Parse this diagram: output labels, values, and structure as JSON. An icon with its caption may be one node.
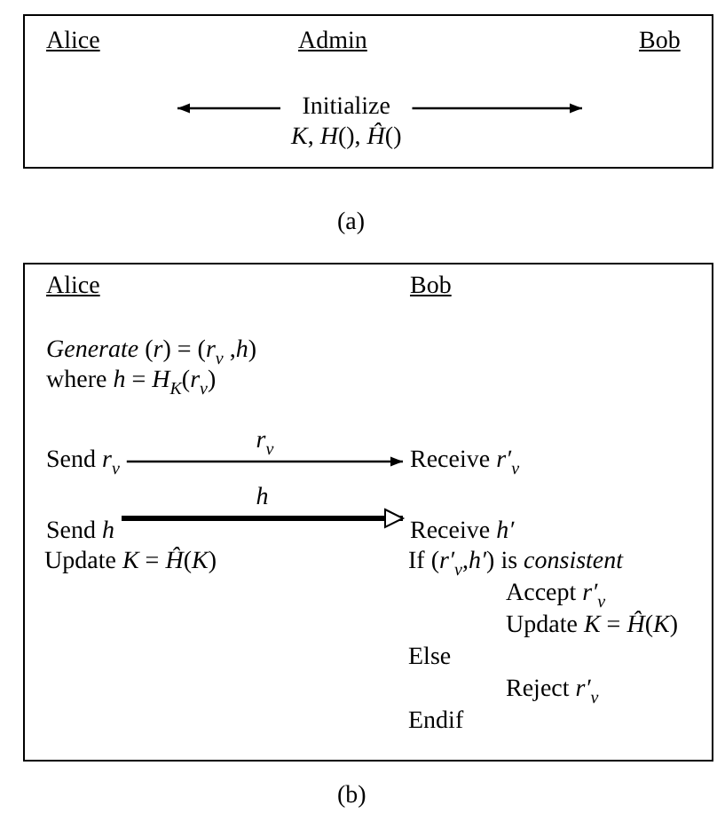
{
  "diagram": {
    "nodes": [
      {
        "text": [],
        "shape": "box"
      },
      {
        "text": [
          "Alice"
        ],
        "in": 0
      },
      {
        "text": [
          "Admin"
        ],
        "in": 0
      },
      {
        "text": [
          "Bob"
        ],
        "in": 0
      },
      {
        "text": [
          "Initialize",
          "*K*, *H*(), *Ĥ*()"
        ],
        "in": 0
      },
      {
        "text": [],
        "shape": "box"
      },
      {
        "text": [
          "Alice"
        ],
        "in": 5
      },
      {
        "text": [
          "Bob"
        ],
        "in": 5
      },
      {
        "text": [
          "*Generate* (*r*) = (*r*$_{v}$ ,*h*) where *h* = *H*$_{K}$(*r*$_{v}$)"
        ],
        "in": 5
      },
      {
        "text": [
          "Send *r*$_{v}$"
        ],
        "in": 5
      },
      {
        "text": [
          "Receive *r′*$_{v}$"
        ],
        "in": 5
      },
      {
        "text": [
          "Send *h*"
        ],
        "in": 5
      },
      {
        "text": [
          "Receive *h′*"
        ],
        "in": 5
      }
    ],
    "edges": [
      {
        "from": 4,
        "to": null,
        "arrow": "to"
      },
      {
        "from": 4,
        "to": null,
        "arrow": "to"
      },
      {
        "from": 9,
        "to": 10,
        "arrow": "to",
        "label": "*r*$_{v}$"
      },
      {
        "from": 11,
        "to": 12,
        "arrow": "to",
        "label": "*h*",
        "style": "thick"
      }
    ],
    "labels": [
      "(a)",
      "Update *K* = *Ĥ*(*K*)",
      "If (*r′*$_{v}$,*h′*) is *consistent*",
      "Accept *r′*$_{v}$",
      "Update *K* = *Ĥ*(*K*)",
      "Else",
      "Reject *r′*$_{v}$",
      "Endif",
      "(b)"
    ]
  }
}
